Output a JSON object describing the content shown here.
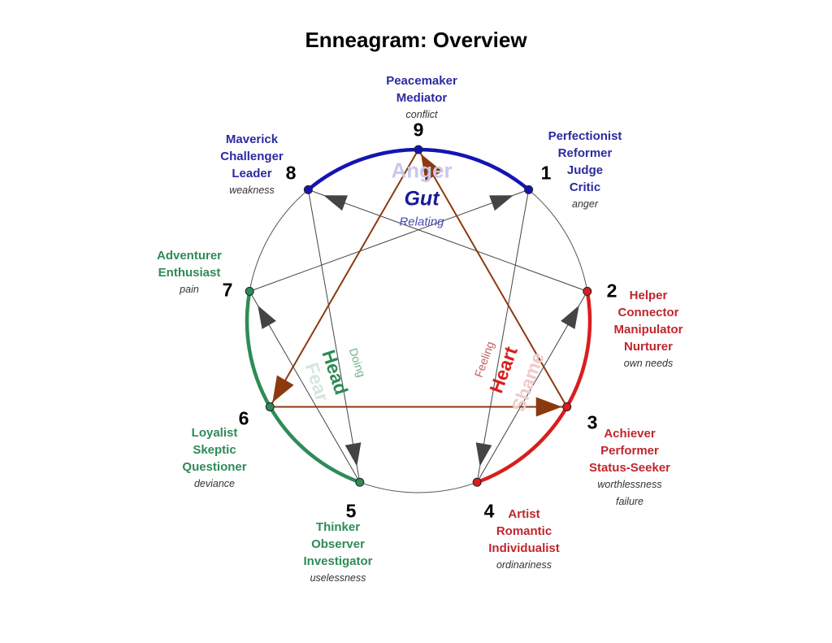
{
  "title": "Enneagram: Overview",
  "types": [
    {
      "number": "9",
      "names": [
        "Peacemaker",
        "Mediator"
      ],
      "issue": "conflict",
      "center": "gut"
    },
    {
      "number": "1",
      "names": [
        "Perfectionist",
        "Reformer",
        "Judge",
        "Critic"
      ],
      "issue": "anger",
      "center": "gut"
    },
    {
      "number": "2",
      "names": [
        "Helper",
        "Connector",
        "Manipulator",
        "Nurturer"
      ],
      "issue": "own needs",
      "center": "heart"
    },
    {
      "number": "3",
      "names": [
        "Achiever",
        "Performer",
        "Status-Seeker"
      ],
      "issue": "worthlessness",
      "issue2": "failure",
      "center": "heart"
    },
    {
      "number": "4",
      "names": [
        "Artist",
        "Romantic",
        "Individualist"
      ],
      "issue": "ordinariness",
      "center": "heart"
    },
    {
      "number": "5",
      "names": [
        "Thinker",
        "Observer",
        "Investigator"
      ],
      "issue": "uselessness",
      "center": "head"
    },
    {
      "number": "6",
      "names": [
        "Loyalist",
        "Skeptic",
        "Questioner"
      ],
      "issue": "deviance",
      "center": "head"
    },
    {
      "number": "7",
      "names": [
        "Adventurer",
        "Enthusiast"
      ],
      "issue": "pain",
      "center": "head"
    },
    {
      "number": "8",
      "names": [
        "Maverick",
        "Challenger",
        "Leader"
      ],
      "issue": "weakness",
      "center": "gut"
    }
  ],
  "centers": {
    "gut": {
      "name": "Gut",
      "emotion": "Anger",
      "mode": "Relating",
      "color": "#1414b4"
    },
    "head": {
      "name": "Head",
      "emotion": "Fear",
      "mode": "Doing",
      "color": "#2e8b57"
    },
    "heart": {
      "name": "Heart",
      "emotion": "Shame",
      "mode": "Feeling",
      "color": "#d81e1e"
    }
  },
  "colors": {
    "triangle": "#8b3a0f",
    "hexad": "#444444",
    "circle": "#555555"
  },
  "hexad_arrows": [
    [
      "1",
      "4"
    ],
    [
      "4",
      "2"
    ],
    [
      "2",
      "8"
    ],
    [
      "8",
      "5"
    ],
    [
      "5",
      "7"
    ],
    [
      "7",
      "1"
    ]
  ],
  "triangle_arrows": [
    [
      "9",
      "6"
    ],
    [
      "6",
      "3"
    ],
    [
      "3",
      "9"
    ]
  ]
}
